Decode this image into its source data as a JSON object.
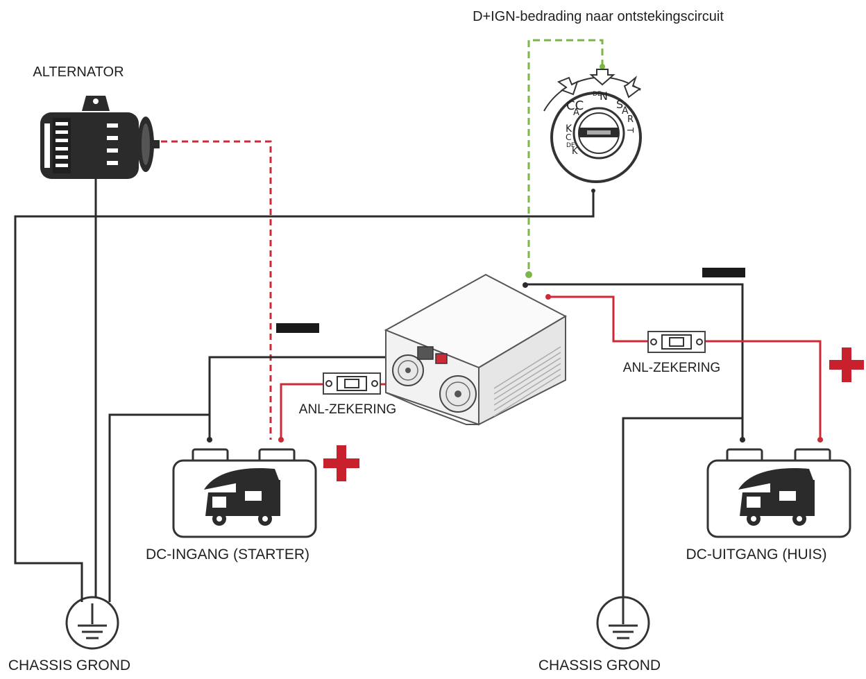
{
  "labels": {
    "ignition_wiring": "D+IGN-bedrading naar ontstekingscircuit",
    "alternator": "ALTERNATOR",
    "fuse_input": "ANL-ZEKERING",
    "fuse_output": "ANL-ZEKERING",
    "dc_input": "DC-INGANG (STARTER)",
    "dc_output": "DC-UITGANG (HUIS)",
    "chassis_ground_left": "CHASSIS GROND",
    "chassis_ground_right": "CHASSIS GROND"
  },
  "ignition_switch": {
    "top": "N",
    "top_small": "DE",
    "left_upper": "CC",
    "left_upper2": "A",
    "left_mid": "K",
    "left_mid2": "C",
    "left_low_small": "DE",
    "left_low": "K",
    "right_a": "S",
    "right_b": "A",
    "right_c": "R",
    "right_d": "T"
  },
  "colors": {
    "black_wire": "#2b2b2b",
    "red_wire": "#cc2a36",
    "green_wire": "#7ab648",
    "plus_sign": "#c8202d",
    "minus_sign": "#1a1a1a"
  }
}
